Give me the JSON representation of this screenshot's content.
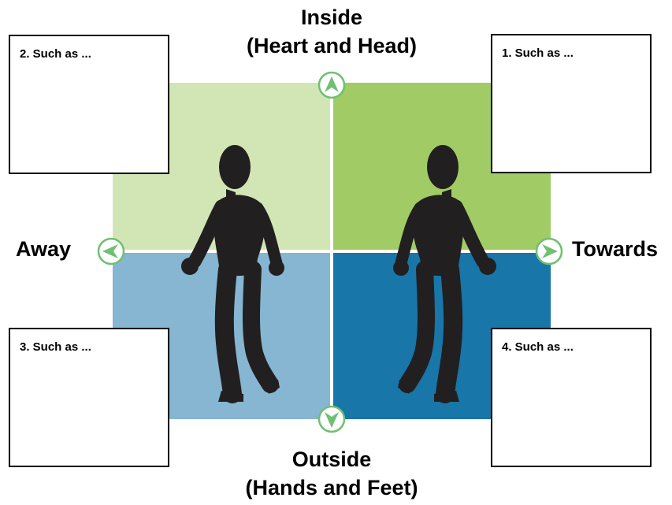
{
  "colors": {
    "inside_away": "#d2e6b5",
    "inside_towards": "#a1cb64",
    "outside_away": "#86b6d1",
    "outside_towards": "#1876a8",
    "arrow_green": "#70bf72",
    "figure": "#221f20"
  },
  "axes": {
    "top": {
      "line1": "Inside",
      "line2": "(Heart and Head)"
    },
    "bottom": {
      "line1": "Outside",
      "line2": "(Hands and Feet)"
    },
    "left": "Away",
    "right": "Towards"
  },
  "boxes": {
    "top_left": "2. Such as ...",
    "top_right": "1. Such as ...",
    "bottom_left": "3. Such as ...",
    "bottom_right": "4. Such as ..."
  },
  "icons": {
    "up": "up-arrow-icon",
    "down": "down-arrow-icon",
    "left": "left-arrow-icon",
    "right": "right-arrow-icon",
    "figure": "walking-person-icon"
  }
}
